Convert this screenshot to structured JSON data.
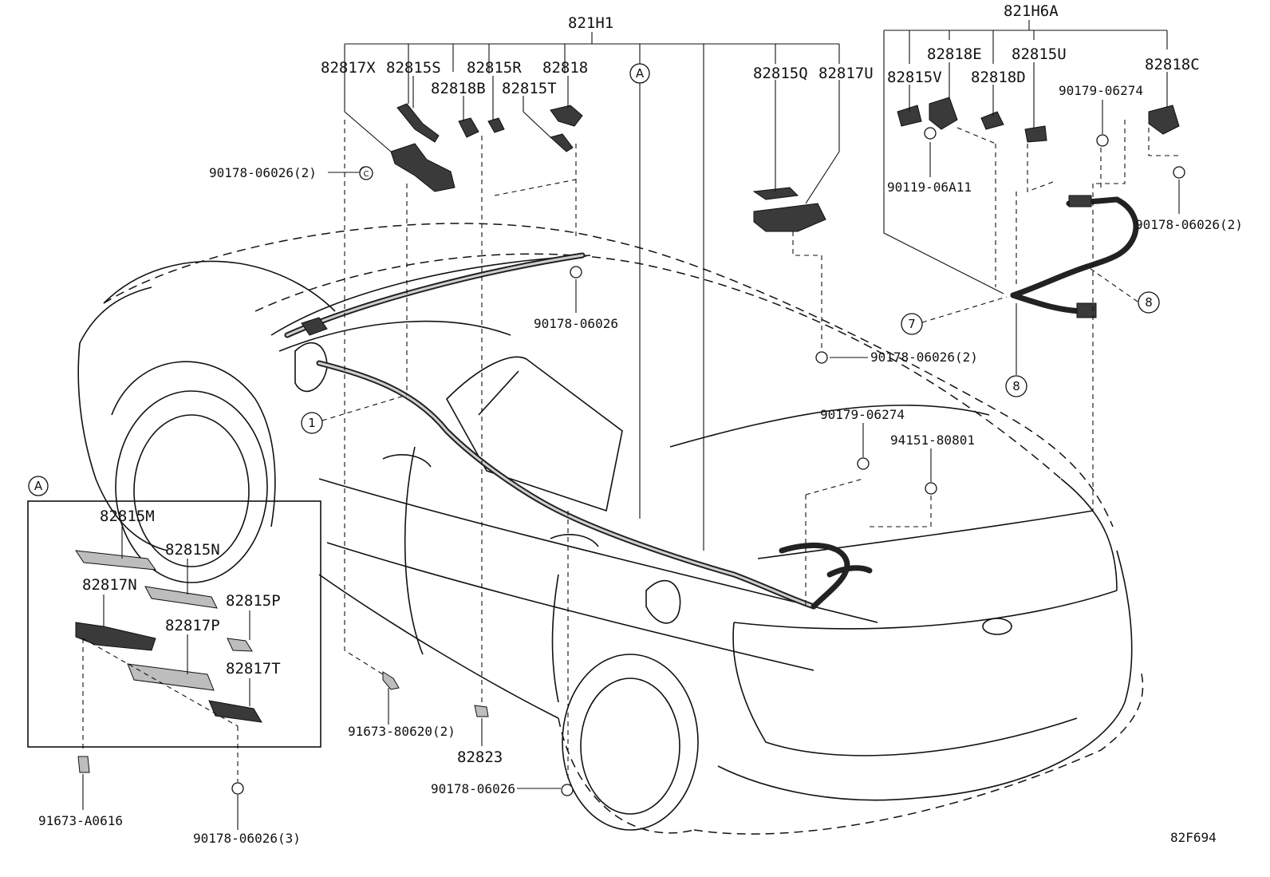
{
  "diagram": {
    "groups": {
      "main_harness": "821H1",
      "rear_harness": "821H6A"
    },
    "parts": {
      "p82817X": "82817X",
      "p82815S": "82815S",
      "p82815R": "82815R",
      "p82818": "82818",
      "p82818B": "82818B",
      "p82815T": "82815T",
      "p82815Q": "82815Q",
      "p82817U": "82817U",
      "p82815V": "82815V",
      "p82818E": "82818E",
      "p82815U": "82815U",
      "p82818D": "82818D",
      "p82818C": "82818C",
      "p82823": "82823",
      "p82815M": "82815M",
      "p82815N": "82815N",
      "p82817N": "82817N",
      "p82815P": "82815P",
      "p82817P": "82817P",
      "p82817T": "82817T"
    },
    "fasteners": {
      "f_left_clip": "90178-06026(2)",
      "f_roof_clip": "90178-06026",
      "f_right_clip": "90178-06026(2)",
      "f_rear_clip": "90179-06274",
      "f_grommet": "94151-80801",
      "f_bolt_side": "91673-80620(2)",
      "f_bottom_clip": "90178-06026",
      "f_box_bolt": "90119-06A11",
      "f_box_nut": "90179-06274",
      "f_box_clip": "90178-06026(2)",
      "f_inset_bolt": "91673-A0616",
      "f_inset_clip": "90178-06026(3)"
    },
    "callouts": {
      "a_main": "A",
      "a_inset": "A",
      "c_clip": "C",
      "n1": "1",
      "n7": "7",
      "n8a": "8",
      "n8b": "8"
    },
    "figure_code": "82F694"
  }
}
